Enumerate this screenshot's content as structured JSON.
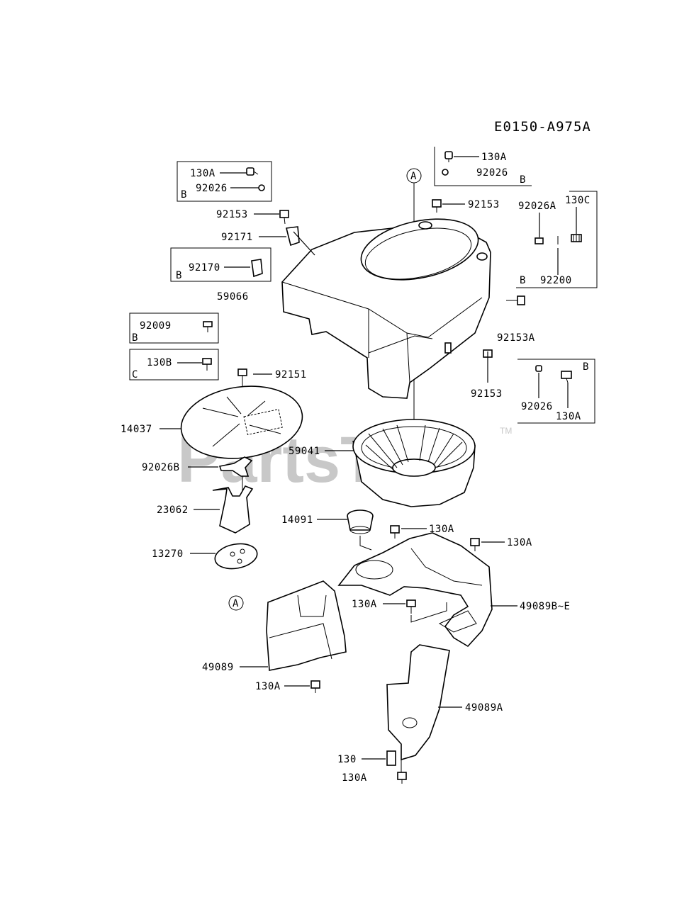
{
  "diagram_code": "E0150-A975A",
  "watermark": "PartsTree",
  "trademark": "TM",
  "callouts": {
    "a_top": "A",
    "a_bottom": "A"
  },
  "boxes": {
    "top_left": {
      "row1": "130A",
      "row2": "92026",
      "tag": "B"
    },
    "top_right": {
      "row1": "130A",
      "row2": "92026",
      "tag": "B"
    },
    "right_mid": {
      "l1": "92026A",
      "l2": "130C",
      "l3": "92200",
      "tag": "B"
    },
    "left_92170": {
      "part": "92170",
      "tag": "B"
    },
    "left_92009": {
      "part": "92009",
      "tag": "B"
    },
    "left_130b": {
      "part": "130B",
      "tag": "C"
    },
    "right_lower": {
      "p1": "92026",
      "p2": "130A",
      "tag": "B"
    }
  },
  "labels": {
    "p92153_a": "92153",
    "p92171": "92171",
    "p92153_b": "92153",
    "p59066": "59066",
    "p92153a": "92153A",
    "p92153_c": "92153",
    "p92151": "92151",
    "p14037": "14037",
    "p59041": "59041",
    "p92026b": "92026B",
    "p23062": "23062",
    "p14091": "14091",
    "p130a_1": "130A",
    "p130a_2": "130A",
    "p13270": "13270",
    "p130a_3": "130A",
    "p49089be": "49089B~E",
    "p49089": "49089",
    "p130a_4": "130A",
    "p49089a": "49089A",
    "p130": "130",
    "p130a_5": "130A"
  }
}
